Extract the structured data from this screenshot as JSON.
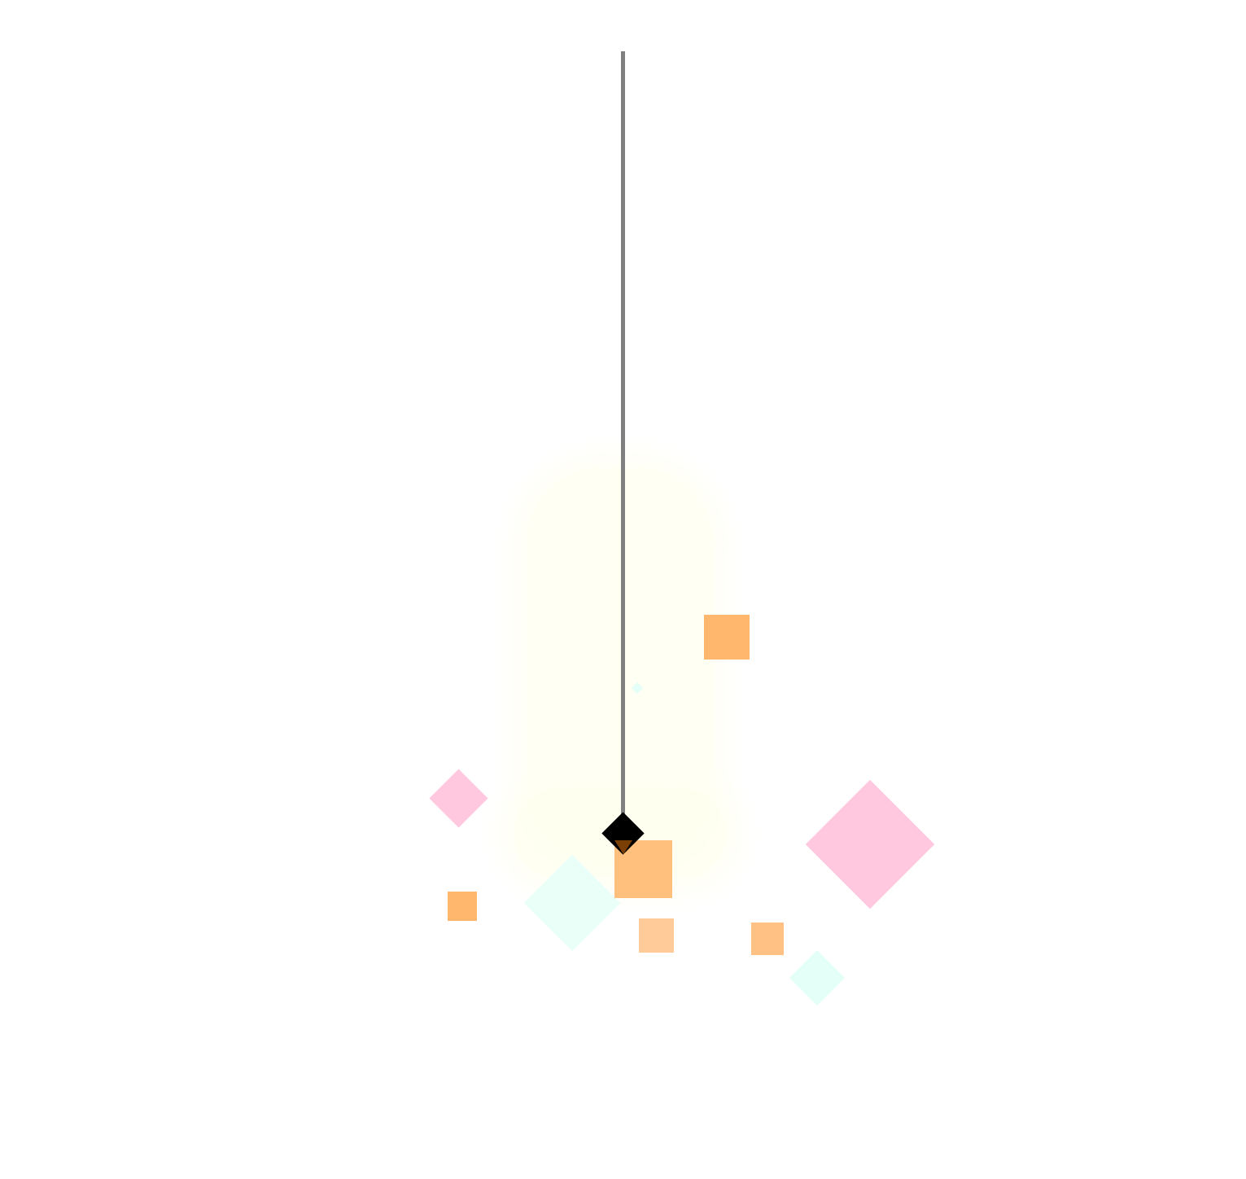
{
  "scene": {
    "colors": {
      "background": "#ffffff",
      "string": "#808080",
      "bob": "#000000",
      "glow": "#fffff2",
      "orange": "#ffb76d",
      "orange_light": "#ffc184",
      "orange_pale": "#ffcc99",
      "pink": "#ffc8df",
      "mint": "#e8fff8"
    },
    "particles": [
      {
        "shape": "square",
        "color": "#ffb76d"
      },
      {
        "shape": "square",
        "color": "#ffc07d"
      },
      {
        "shape": "square",
        "color": "#ffb76d"
      },
      {
        "shape": "square",
        "color": "#ffcc99"
      },
      {
        "shape": "square",
        "color": "#ffc184"
      },
      {
        "shape": "diamond",
        "color": "#ffc8df"
      },
      {
        "shape": "diamond",
        "color": "#ffc8df"
      },
      {
        "shape": "diamond",
        "color": "#ebfff9"
      },
      {
        "shape": "diamond",
        "color": "#e3fff7"
      },
      {
        "shape": "diamond",
        "color": "#e3fff7"
      }
    ]
  }
}
